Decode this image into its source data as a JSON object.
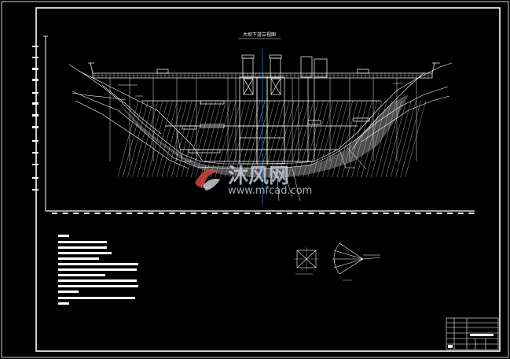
{
  "drawing": {
    "title": "大坝下游立视图",
    "colors": {
      "background": "#000000",
      "lines": "#ffffff",
      "centerline": "#1e8fff",
      "rock_hatch": "#e9e9e9"
    }
  },
  "watermark": {
    "brand_cn": "沐风网",
    "brand_en": "www.mfcad.com",
    "logo_icon": "mf-logo-icon"
  }
}
